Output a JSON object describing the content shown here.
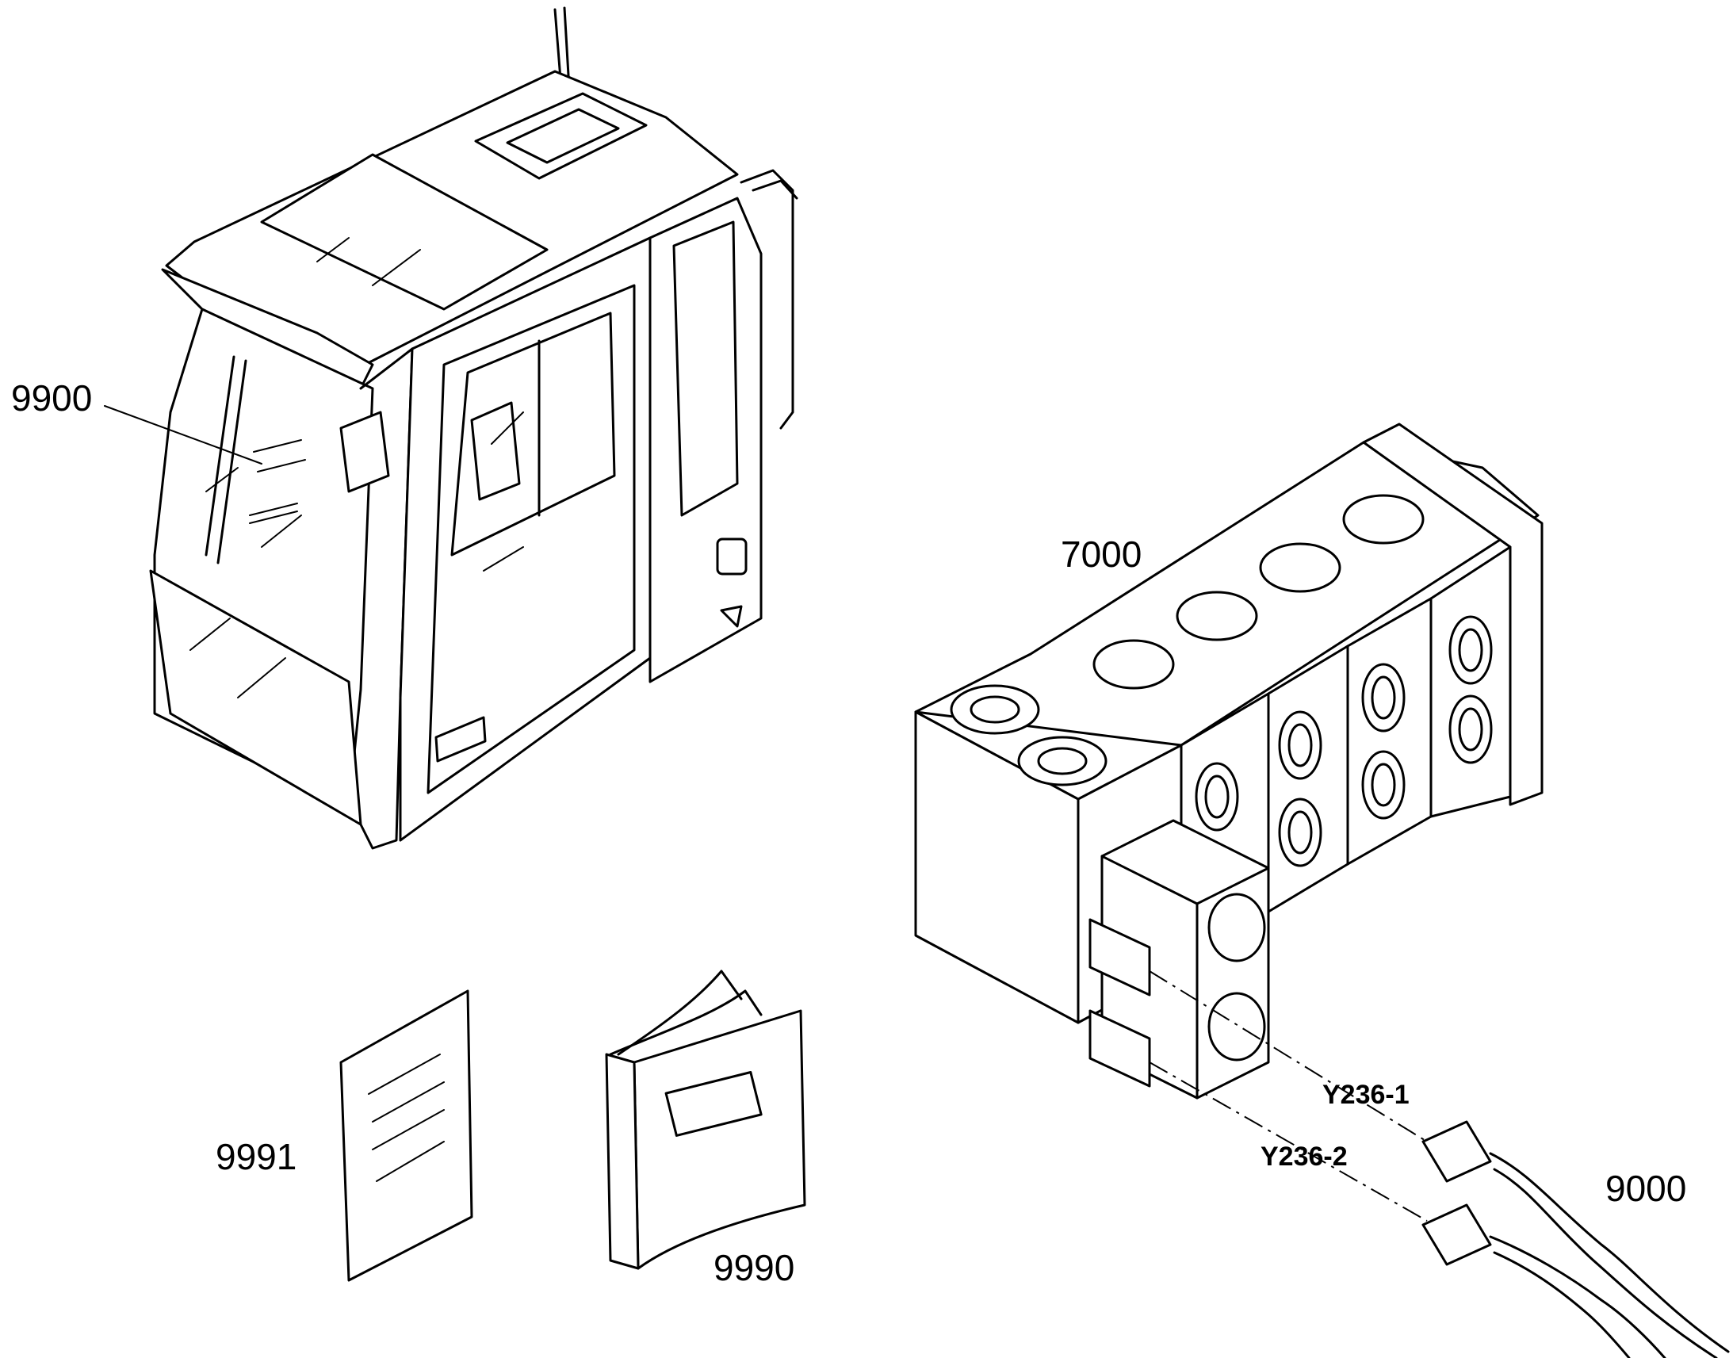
{
  "callouts": {
    "cab": "9900",
    "valve_block": "7000",
    "leaflet": "9991",
    "manual": "9990",
    "harness": "9000",
    "connector_1": "Y236-1",
    "connector_2": "Y236-2"
  }
}
